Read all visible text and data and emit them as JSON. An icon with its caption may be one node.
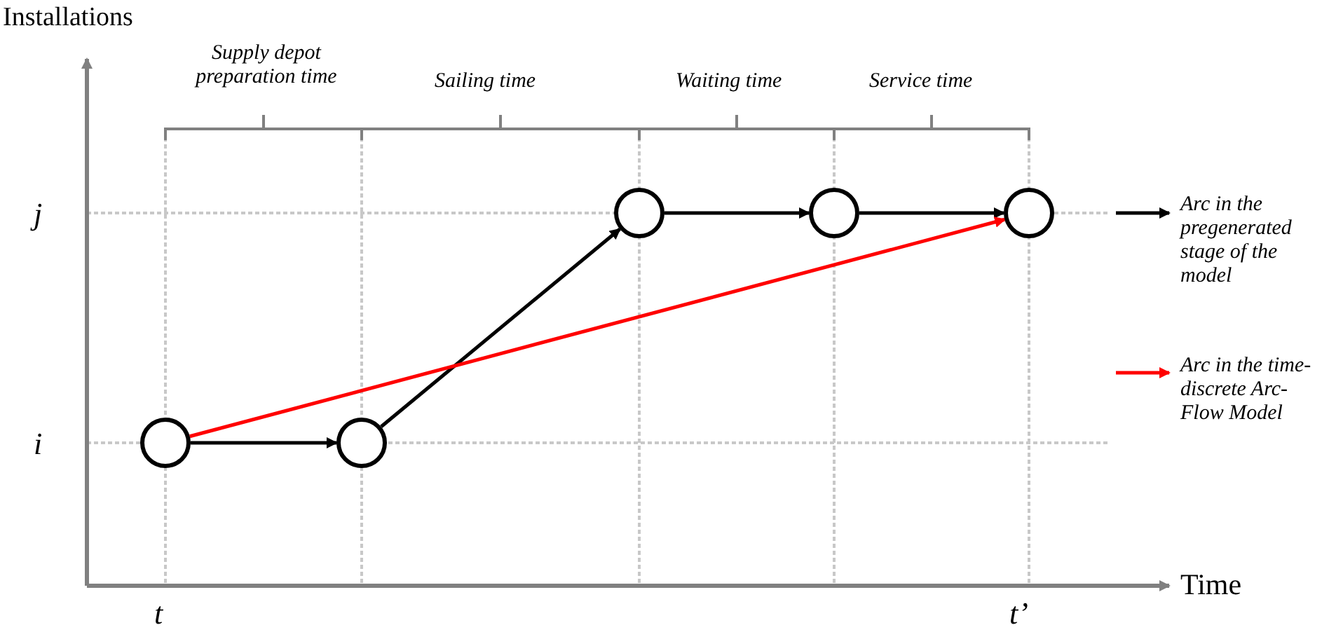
{
  "diagram": {
    "nodes": [
      {
        "text": [],
        "shape": "circle"
      },
      {
        "text": [],
        "shape": "circle"
      },
      {
        "text": [],
        "shape": "circle"
      },
      {
        "text": [],
        "shape": "circle"
      },
      {
        "text": [],
        "shape": "circle"
      }
    ],
    "edges": [
      {
        "from": 0,
        "to": 1,
        "arrow": "to"
      },
      {
        "from": 1,
        "to": 2,
        "arrow": "to"
      },
      {
        "from": 2,
        "to": 3,
        "arrow": "to"
      },
      {
        "from": 3,
        "to": 4,
        "arrow": "to"
      },
      {
        "from": 0,
        "to": 4,
        "arrow": "to",
        "color": "#ff0000"
      }
    ],
    "labels": [
      "Installations",
      "Supply depot preparation time",
      "Sailing time",
      "Waiting time",
      "Service time",
      "j",
      "i",
      "t",
      "t’",
      "Time"
    ],
    "legend": [
      {
        "text": "Arc in the pregenerated stage of the model"
      },
      {
        "text": "Arc in the time-discrete Arc-Flow Model"
      }
    ]
  }
}
